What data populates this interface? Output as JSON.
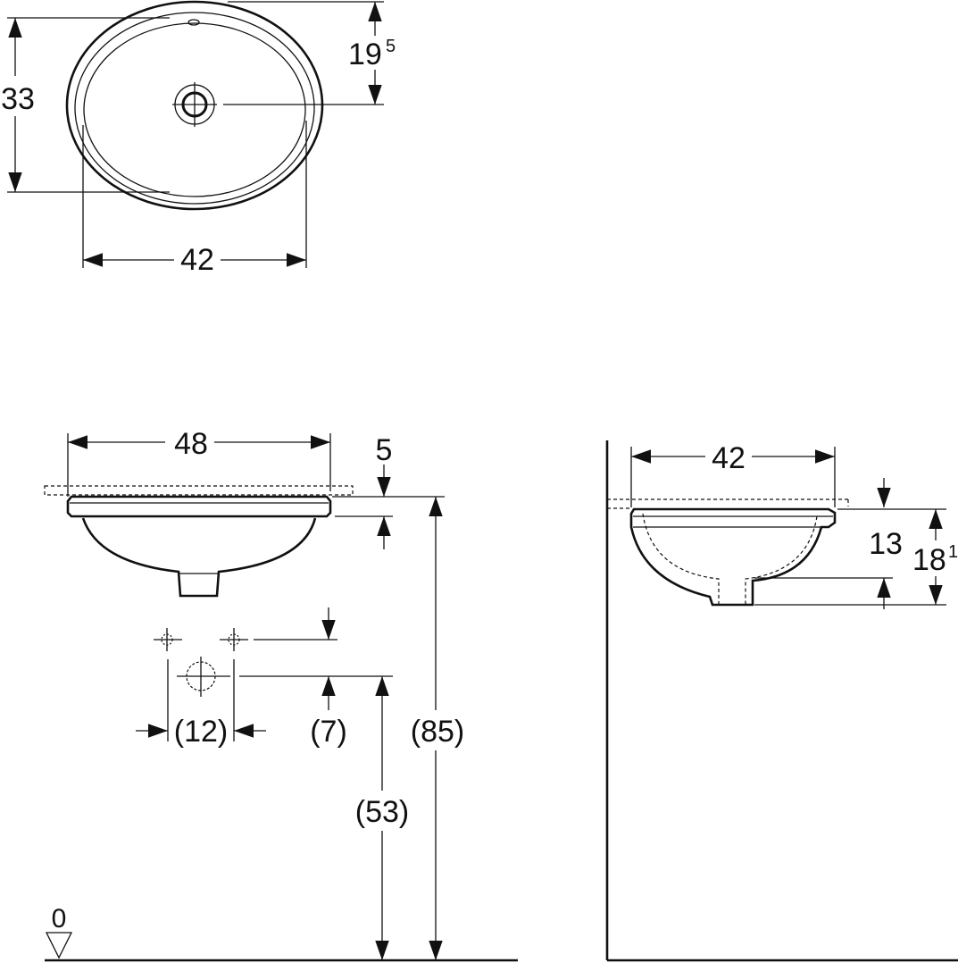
{
  "top_view": {
    "depth_label": "33",
    "drain_offset_label": "19",
    "drain_offset_sup": "5",
    "inner_width_label": "42"
  },
  "front_view": {
    "outer_width_label": "48",
    "rim_height_label": "5",
    "tap_spacing_label": "(12)",
    "tap_above_drain_label": "(7)",
    "rim_from_floor_label": "(85)",
    "drain_from_floor_label": "(53)",
    "floor_level_label": "0"
  },
  "side_view": {
    "inner_width_label": "42",
    "bowl_depth_label": "13",
    "total_height_label": "18",
    "total_height_sup": "1"
  }
}
